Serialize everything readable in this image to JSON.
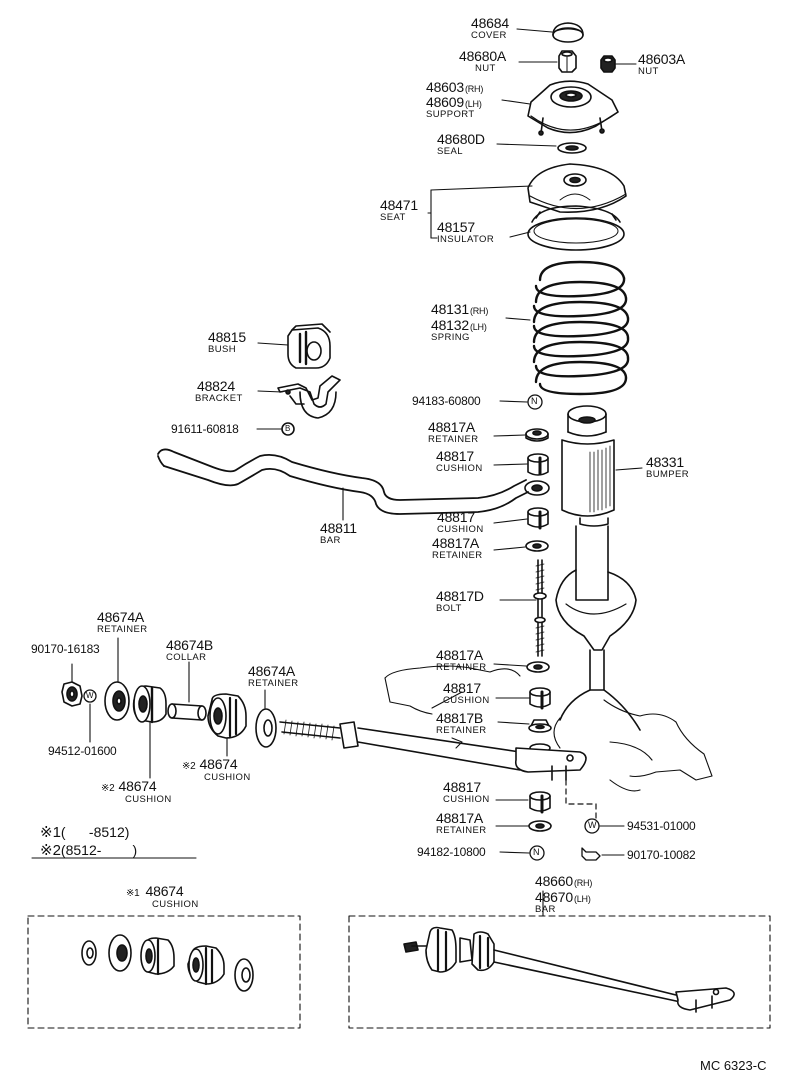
{
  "diagram": {
    "code": "MC 6323-C",
    "notes": [
      {
        "mark": "※1",
        "text": "(      -8512)"
      },
      {
        "mark": "※2",
        "text": "(8512-        )"
      }
    ],
    "parts": {
      "p48684": {
        "number": "48684",
        "name": "COVER"
      },
      "p48680A": {
        "number": "48680A",
        "name": "NUT"
      },
      "p48603A": {
        "number": "48603A",
        "name": "NUT"
      },
      "p48603": {
        "number": "48603",
        "suffix": "(RH)"
      },
      "p48609": {
        "number": "48609",
        "suffix": "(LH)",
        "name": "SUPPORT"
      },
      "p48680D": {
        "number": "48680D",
        "name": "SEAL"
      },
      "p48471": {
        "number": "48471",
        "name": "SEAT"
      },
      "p48157": {
        "number": "48157",
        "name": "INSULATOR"
      },
      "p48131": {
        "number": "48131",
        "suffix": "(RH)"
      },
      "p48132": {
        "number": "48132",
        "suffix": "(LH)",
        "name": "SPRING"
      },
      "p48815": {
        "number": "48815",
        "name": "BUSH"
      },
      "p48824": {
        "number": "48824",
        "name": "BRACKET"
      },
      "p91611": {
        "number": "91611-60818"
      },
      "p94183": {
        "number": "94183-60800"
      },
      "p48817A_1": {
        "number": "48817A",
        "name": "RETAINER"
      },
      "p48817_1": {
        "number": "48817",
        "name": "CUSHION"
      },
      "p48331": {
        "number": "48331",
        "name": "BUMPER"
      },
      "p48811": {
        "number": "48811",
        "name": "BAR"
      },
      "p48817_2": {
        "number": "48817",
        "name": "CUSHION"
      },
      "p48817A_2": {
        "number": "48817A",
        "name": "RETAINER"
      },
      "p48817D": {
        "number": "48817D",
        "name": "BOLT"
      },
      "p48674A_1": {
        "number": "48674A",
        "name": "RETAINER"
      },
      "p90170_16183": {
        "number": "90170-16183"
      },
      "p48674B": {
        "number": "48674B",
        "name": "COLLAR"
      },
      "p48674A_2": {
        "number": "48674A",
        "name": "RETAINER"
      },
      "p48817A_3": {
        "number": "48817A",
        "name": "RETAINER"
      },
      "p48817_3": {
        "number": "48817",
        "name": "CUSHION"
      },
      "p48817B": {
        "number": "48817B",
        "name": "RETAINER"
      },
      "p94512": {
        "number": "94512-01600"
      },
      "p48674_2": {
        "number": "48674",
        "name": "CUSHION",
        "mark": "※2"
      },
      "p48674_1": {
        "number": "48674",
        "name": "CUSHION",
        "mark": "※2"
      },
      "p48817_4": {
        "number": "48817",
        "name": "CUSHION"
      },
      "p48817A_4": {
        "number": "48817A",
        "name": "RETAINER"
      },
      "p94531": {
        "number": "94531-01000"
      },
      "p94182": {
        "number": "94182-10800"
      },
      "p90170_10082": {
        "number": "90170-10082"
      },
      "p48660": {
        "number": "48660",
        "suffix": "(RH)"
      },
      "p48670": {
        "number": "48670",
        "suffix": "(LH)",
        "name": "BAR"
      },
      "p48674_kit": {
        "number": "48674",
        "name": "CUSHION",
        "mark": "※1"
      }
    },
    "circle_marks": {
      "n1": "N",
      "n2": "N",
      "b1": "B",
      "w1": "W",
      "w2": "W"
    }
  }
}
